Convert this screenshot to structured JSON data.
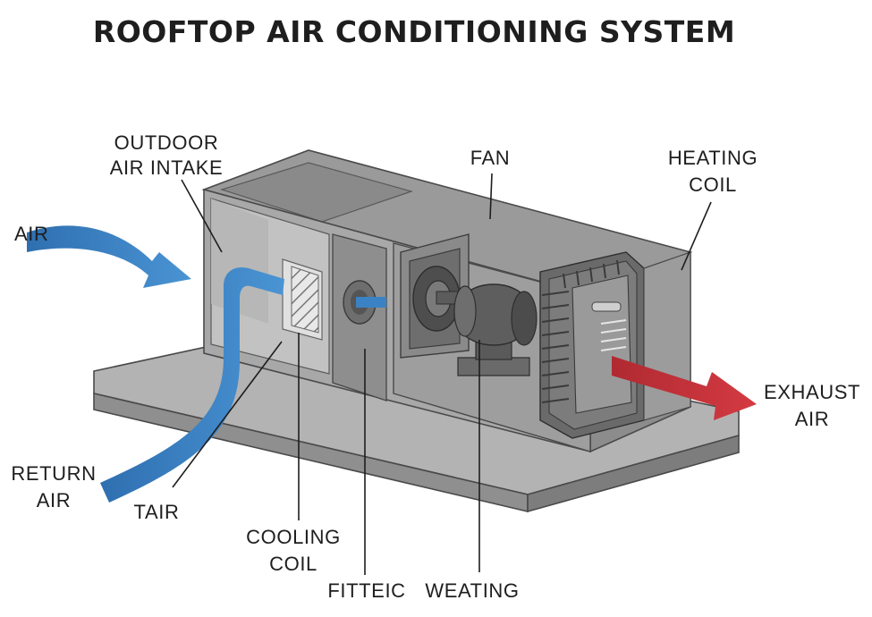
{
  "title": "ROOFTOP AIR CONDITIONING SYSTEM",
  "labels": {
    "outdoor_air_intake": [
      "OUTDOOR",
      "AIR INTAKE"
    ],
    "fan": "FAN",
    "heating_coil": [
      "HEATING",
      "COIL"
    ],
    "air": "AIR",
    "exhaust_air": [
      "EXHAUST",
      "AIR"
    ],
    "return_air": [
      "RETURN",
      "AIR"
    ],
    "tair": "TAIR",
    "cooling_coil": [
      "COOLING",
      "COIL"
    ],
    "fitteic": "FITTEIC",
    "weating": "WEATING"
  },
  "colors": {
    "blue_airflow": "#3b82c4",
    "red_exhaust": "#c8323a",
    "unit_gray": "#8a8a8a",
    "base_gray": "#a5a5a5",
    "text": "#1e1e1e"
  }
}
